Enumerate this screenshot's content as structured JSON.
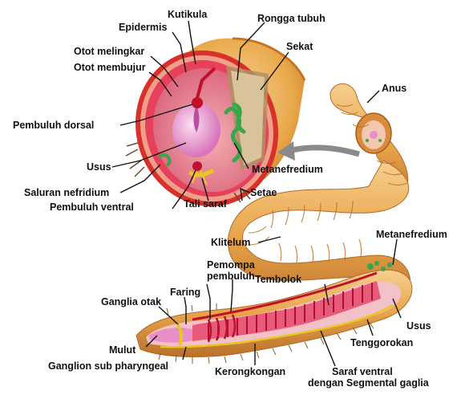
{
  "labels": {
    "kutikula": "Kutikula",
    "epidermis": "Epidermis",
    "rongga_tubuh": "Rongga tubuh",
    "sekat": "Sekat",
    "otot_melingkar": "Otot melingkar",
    "otot_membujur": "Otot membujur",
    "anus": "Anus",
    "pembuluh_dorsal": "Pembuluh dorsal",
    "usus_top": "Usus",
    "metanefredium_top": "Metanefredium",
    "saluran_nefridium": "Saluran nefridium",
    "pembuluh_ventral": "Pembuluh ventral",
    "tali_saraf": "Tali saraf",
    "setae": "Setae",
    "klitelum": "Klitelum",
    "metanefredium_bottom": "Metanefredium",
    "pemompa_pembuluh_1": "Pemompa",
    "pemompa_pembuluh_2": "pembuluh",
    "tembolok": "Tembolok",
    "faring": "Faring",
    "ganglia_otak": "Ganglia otak",
    "usus_bottom": "Usus",
    "mulut": "Mulut",
    "tenggorokan": "Tenggorokan",
    "ganglion_sub": "Ganglion sub pharyngeal",
    "kerongkongan": "Kerongkongan",
    "saraf_ventral_1": "Saraf ventral",
    "saraf_ventral_2": "dengan Segmental gaglia"
  },
  "colors": {
    "body_orange": "#e9a84a",
    "body_dark": "#c9782a",
    "cuticle_red": "#d8302a",
    "gut_pink": "#e98fc8",
    "vessel_red": "#d0203a",
    "nephridium_green": "#3aa54a",
    "arrow_gray": "#8a8a8a",
    "nerve_yellow": "#e8c820"
  }
}
